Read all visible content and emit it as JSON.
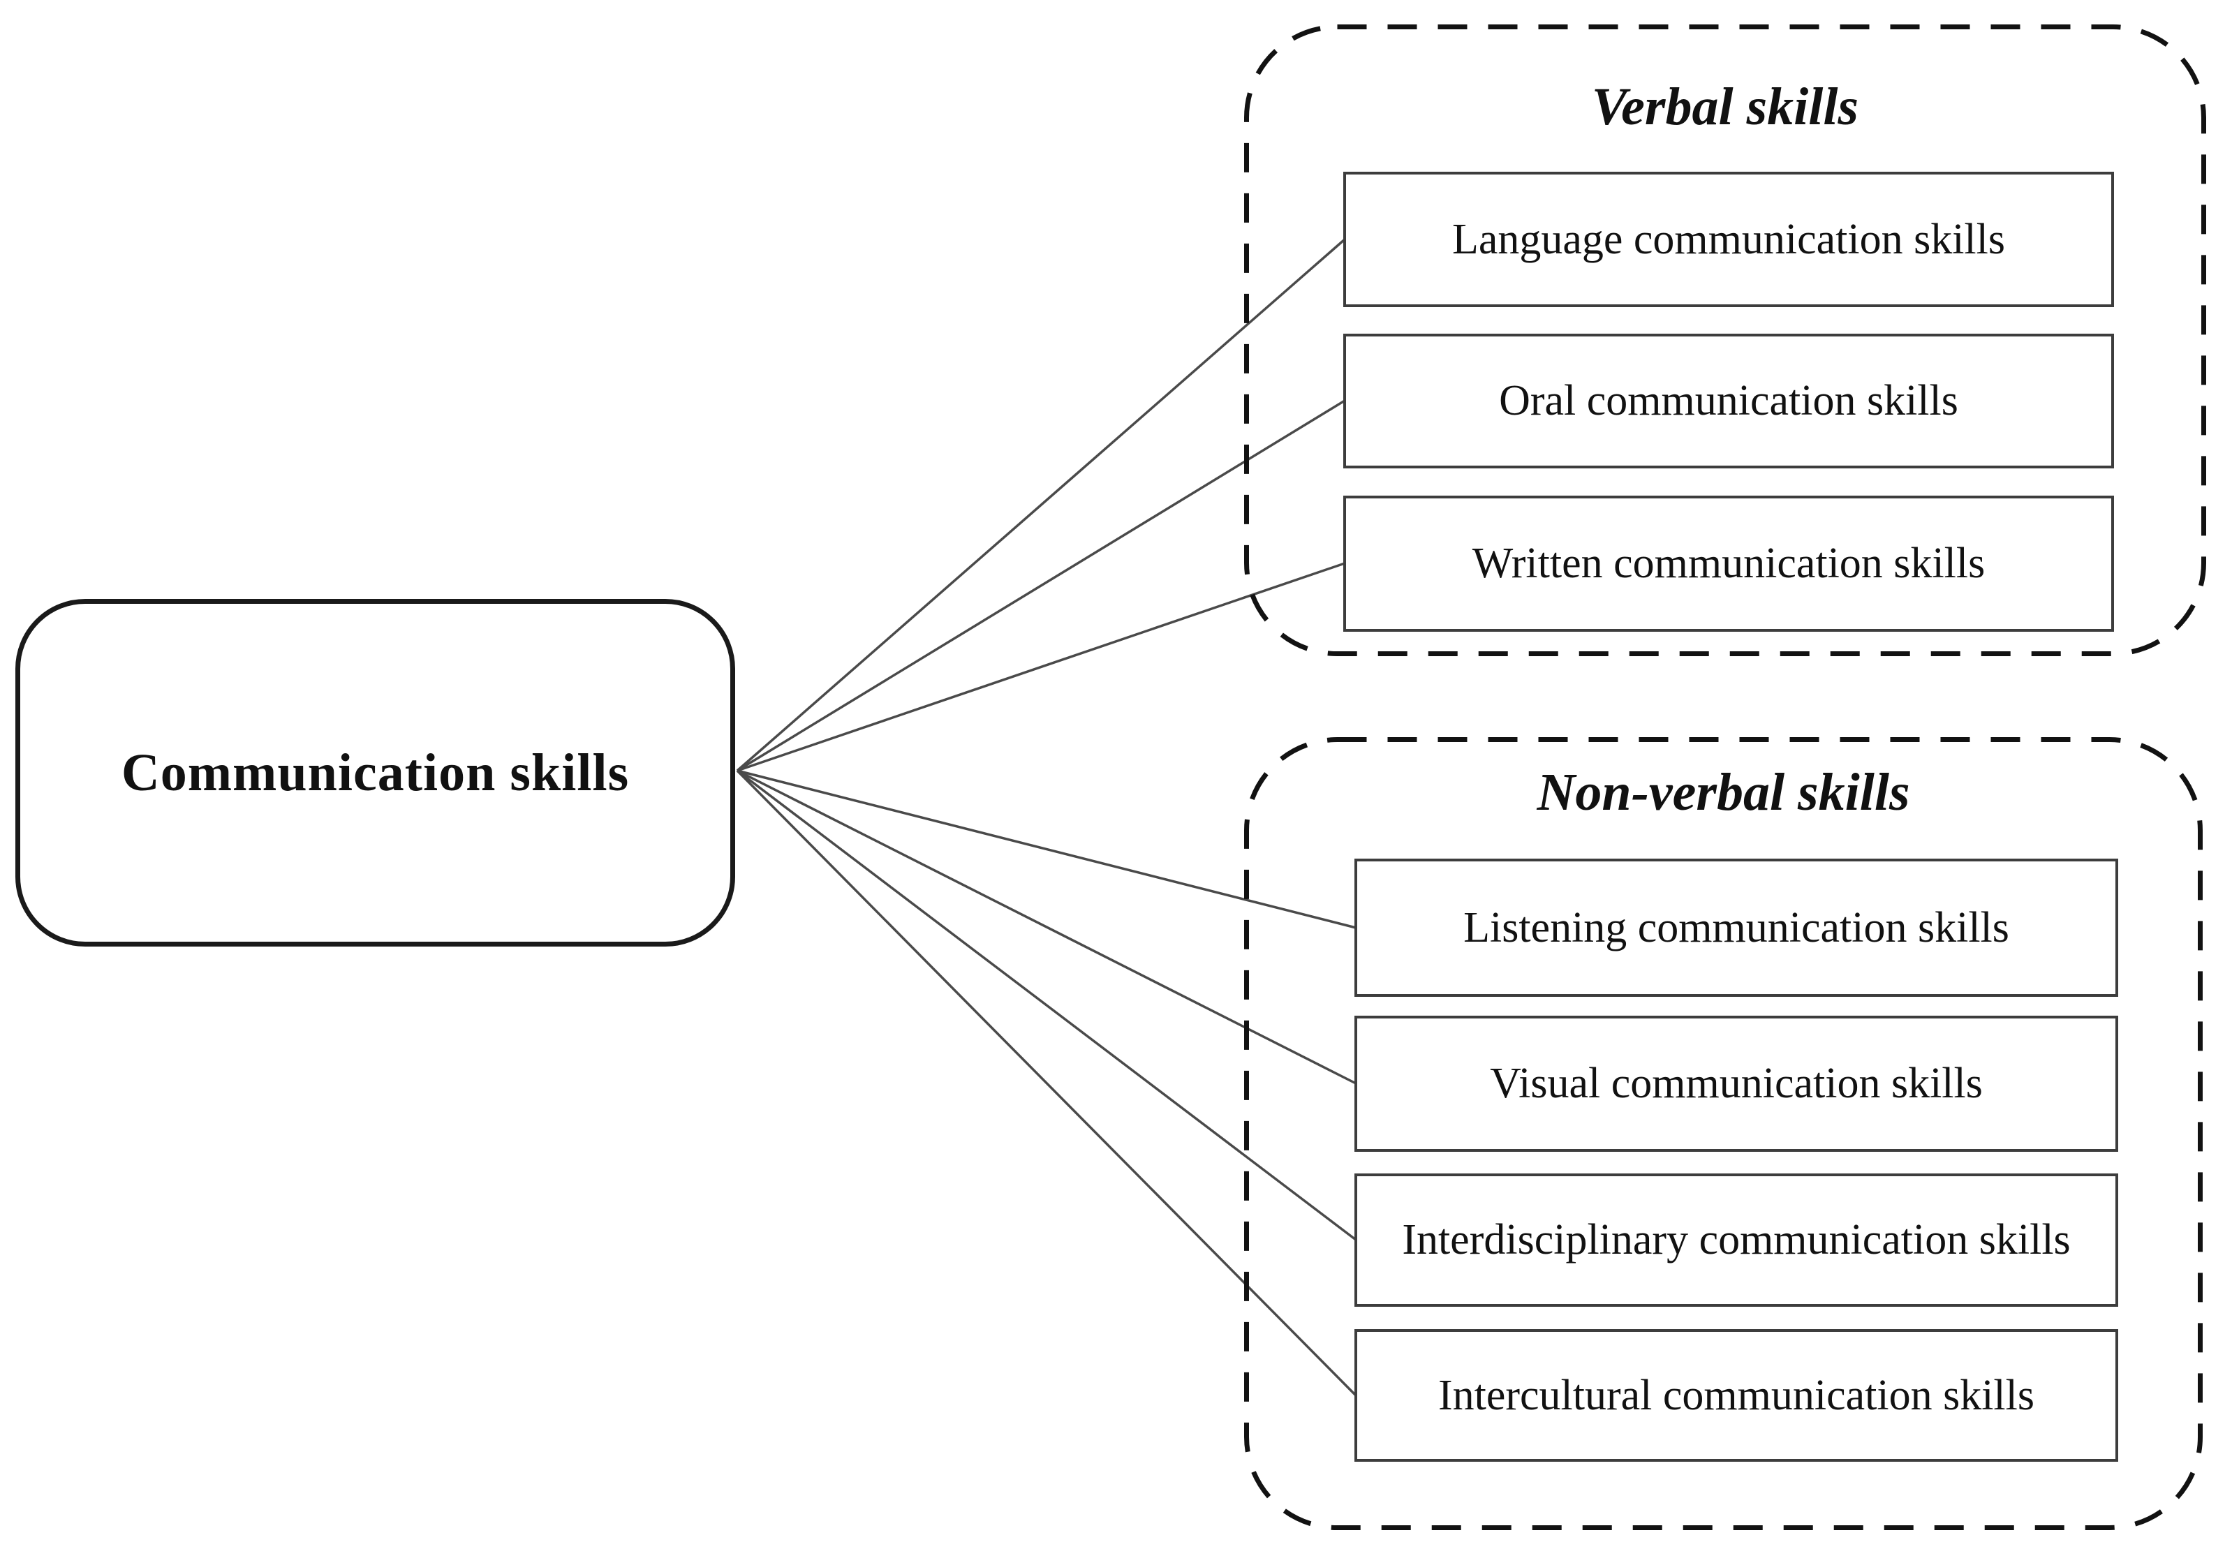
{
  "figure": {
    "root_node": {
      "label": "Communication skills"
    },
    "groups": [
      {
        "title": "Verbal skills",
        "items": [
          {
            "label": "Language communication skills"
          },
          {
            "label": "Oral communication skills"
          },
          {
            "label": "Written communication skills"
          }
        ]
      },
      {
        "title": "Non-verbal skills",
        "items": [
          {
            "label": "Listening communication skills"
          },
          {
            "label": "Visual communication skills"
          },
          {
            "label": "Interdisciplinary communication skills"
          },
          {
            "label": "Intercultural communication skills"
          }
        ]
      }
    ],
    "colors": {
      "background": "#ffffff",
      "node_border": "#1a1a1a",
      "item_border": "#3d3d3d",
      "group_border": "#121212",
      "connector": "#4a4a4a",
      "text": "#111111"
    }
  }
}
